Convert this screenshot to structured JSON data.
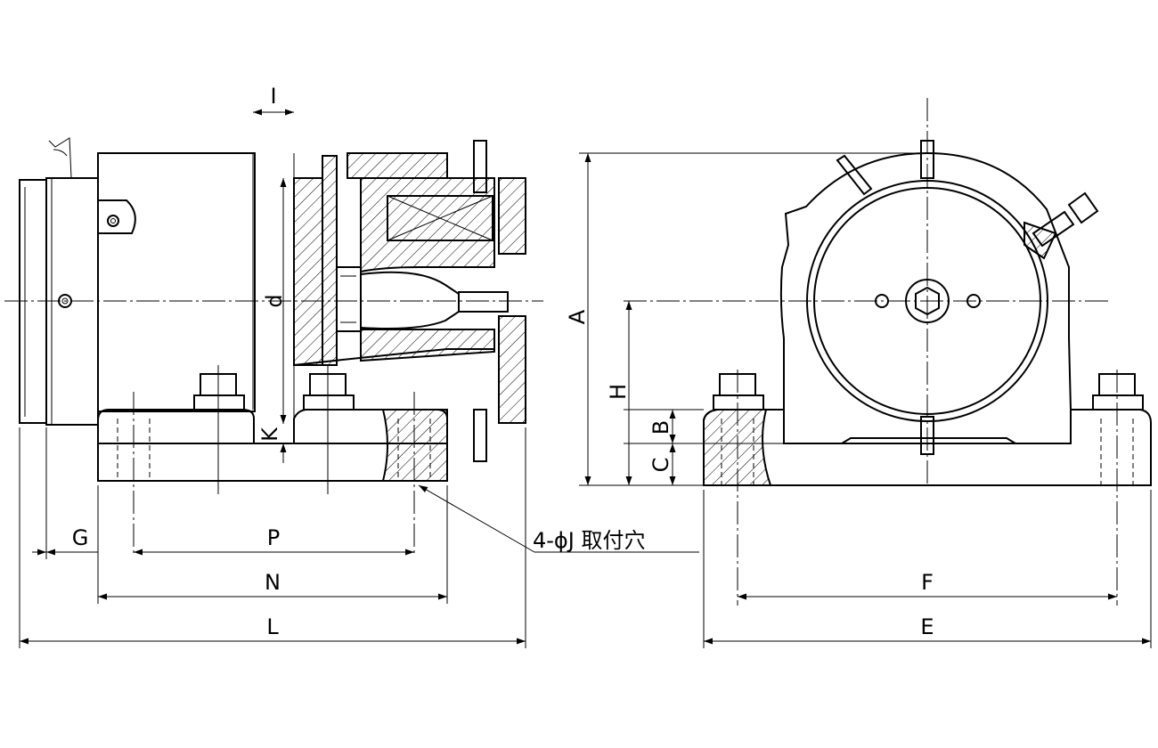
{
  "labels": {
    "I": "I",
    "d": "d",
    "K": "K",
    "G": "G",
    "P": "P",
    "N": "N",
    "L": "L",
    "A": "A",
    "H": "H",
    "B": "B",
    "C": "C",
    "F": "F",
    "E": "E"
  },
  "note": "4-ϕJ 取付穴"
}
